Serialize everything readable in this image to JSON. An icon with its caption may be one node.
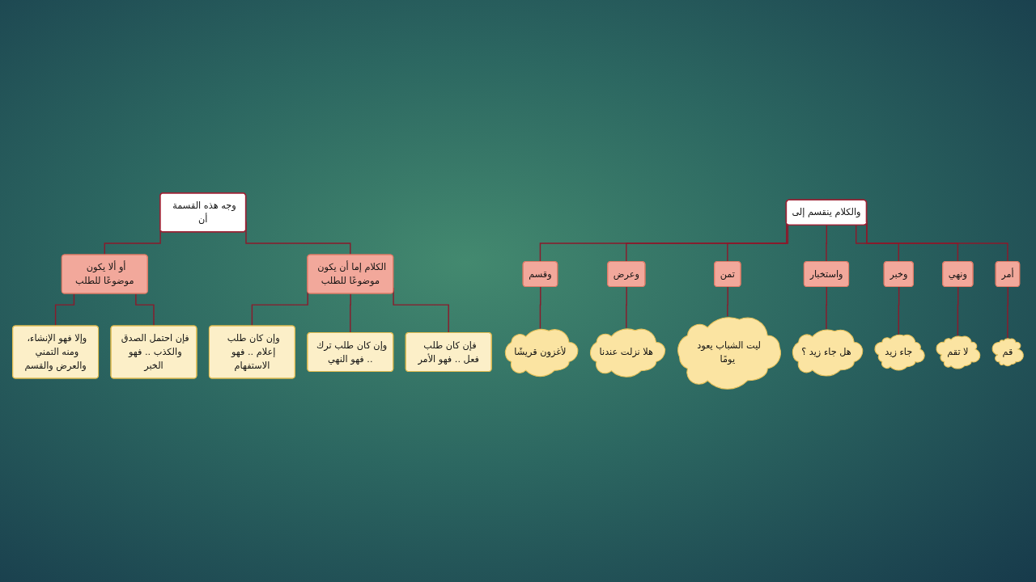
{
  "diagram": {
    "nodes": [
      {
        "text": [
          "والكلام ينقسم إلى"
        ]
      },
      {
        "text": [
          "أمر"
        ]
      },
      {
        "text": [
          "ونهي"
        ]
      },
      {
        "text": [
          "وخبر"
        ]
      },
      {
        "text": [
          "واستخبار"
        ]
      },
      {
        "text": [
          "تمن"
        ]
      },
      {
        "text": [
          "وعرض"
        ]
      },
      {
        "text": [
          "وقسم"
        ]
      },
      {
        "text": [
          "قم"
        ]
      },
      {
        "text": [
          "لا تقم"
        ]
      },
      {
        "text": [
          "جاء زيد"
        ]
      },
      {
        "text": [
          "هل جاء زيد ؟"
        ]
      },
      {
        "text": [
          "ليت الشباب يعود يومًا"
        ]
      },
      {
        "text": [
          "هلا نزلت عندنا"
        ]
      },
      {
        "text": [
          "لأغزون قريشًا"
        ]
      },
      {
        "text": [
          "وجه هذه القسمة أن"
        ]
      },
      {
        "text": [
          "الكلام إما أن يكون موضوعًا للطلب"
        ]
      },
      {
        "text": [
          "أو ألا يكون موضوعًا للطلب"
        ]
      },
      {
        "text": [
          "فإن كان طلب فعل .. فهو الأمر"
        ]
      },
      {
        "text": [
          "وإن كان طلب ترك .. فهو النهي"
        ]
      },
      {
        "text": [
          "وإن كان طلب إعلام .. فهو الاستفهام"
        ]
      },
      {
        "text": [
          "فإن احتمل الصدق والكذب .. فهو الخبر"
        ]
      },
      {
        "text": [
          "وإلا فهو الإنشاء، ومنه التمني والعرض والقسم"
        ]
      }
    ],
    "edges": [
      {
        "from": 0,
        "to": 7,
        "arrow": "none"
      },
      {
        "from": 0,
        "to": 6,
        "arrow": "none"
      },
      {
        "from": 0,
        "to": 5,
        "arrow": "none"
      },
      {
        "from": 0,
        "to": 4,
        "arrow": "none"
      },
      {
        "from": 0,
        "to": 3,
        "arrow": "none"
      },
      {
        "from": 0,
        "to": 2,
        "arrow": "none"
      },
      {
        "from": 0,
        "to": 1,
        "arrow": "none"
      },
      {
        "from": 7,
        "to": 14,
        "arrow": "none"
      },
      {
        "from": 6,
        "to": 13,
        "arrow": "none"
      },
      {
        "from": 5,
        "to": 12,
        "arrow": "none"
      },
      {
        "from": 4,
        "to": 11,
        "arrow": "none"
      },
      {
        "from": 3,
        "to": 10,
        "arrow": "none"
      },
      {
        "from": 2,
        "to": 9,
        "arrow": "none"
      },
      {
        "from": 1,
        "to": 8,
        "arrow": "none"
      },
      {
        "from": 15,
        "to": 17,
        "arrow": "none"
      },
      {
        "from": 15,
        "to": 16,
        "arrow": "none"
      },
      {
        "from": 17,
        "to": 22,
        "arrow": "none"
      },
      {
        "from": 17,
        "to": 21,
        "arrow": "none"
      },
      {
        "from": 16,
        "to": 20,
        "arrow": "none"
      },
      {
        "from": 16,
        "to": 19,
        "arrow": "none"
      },
      {
        "from": 16,
        "to": 18,
        "arrow": "none"
      }
    ]
  }
}
